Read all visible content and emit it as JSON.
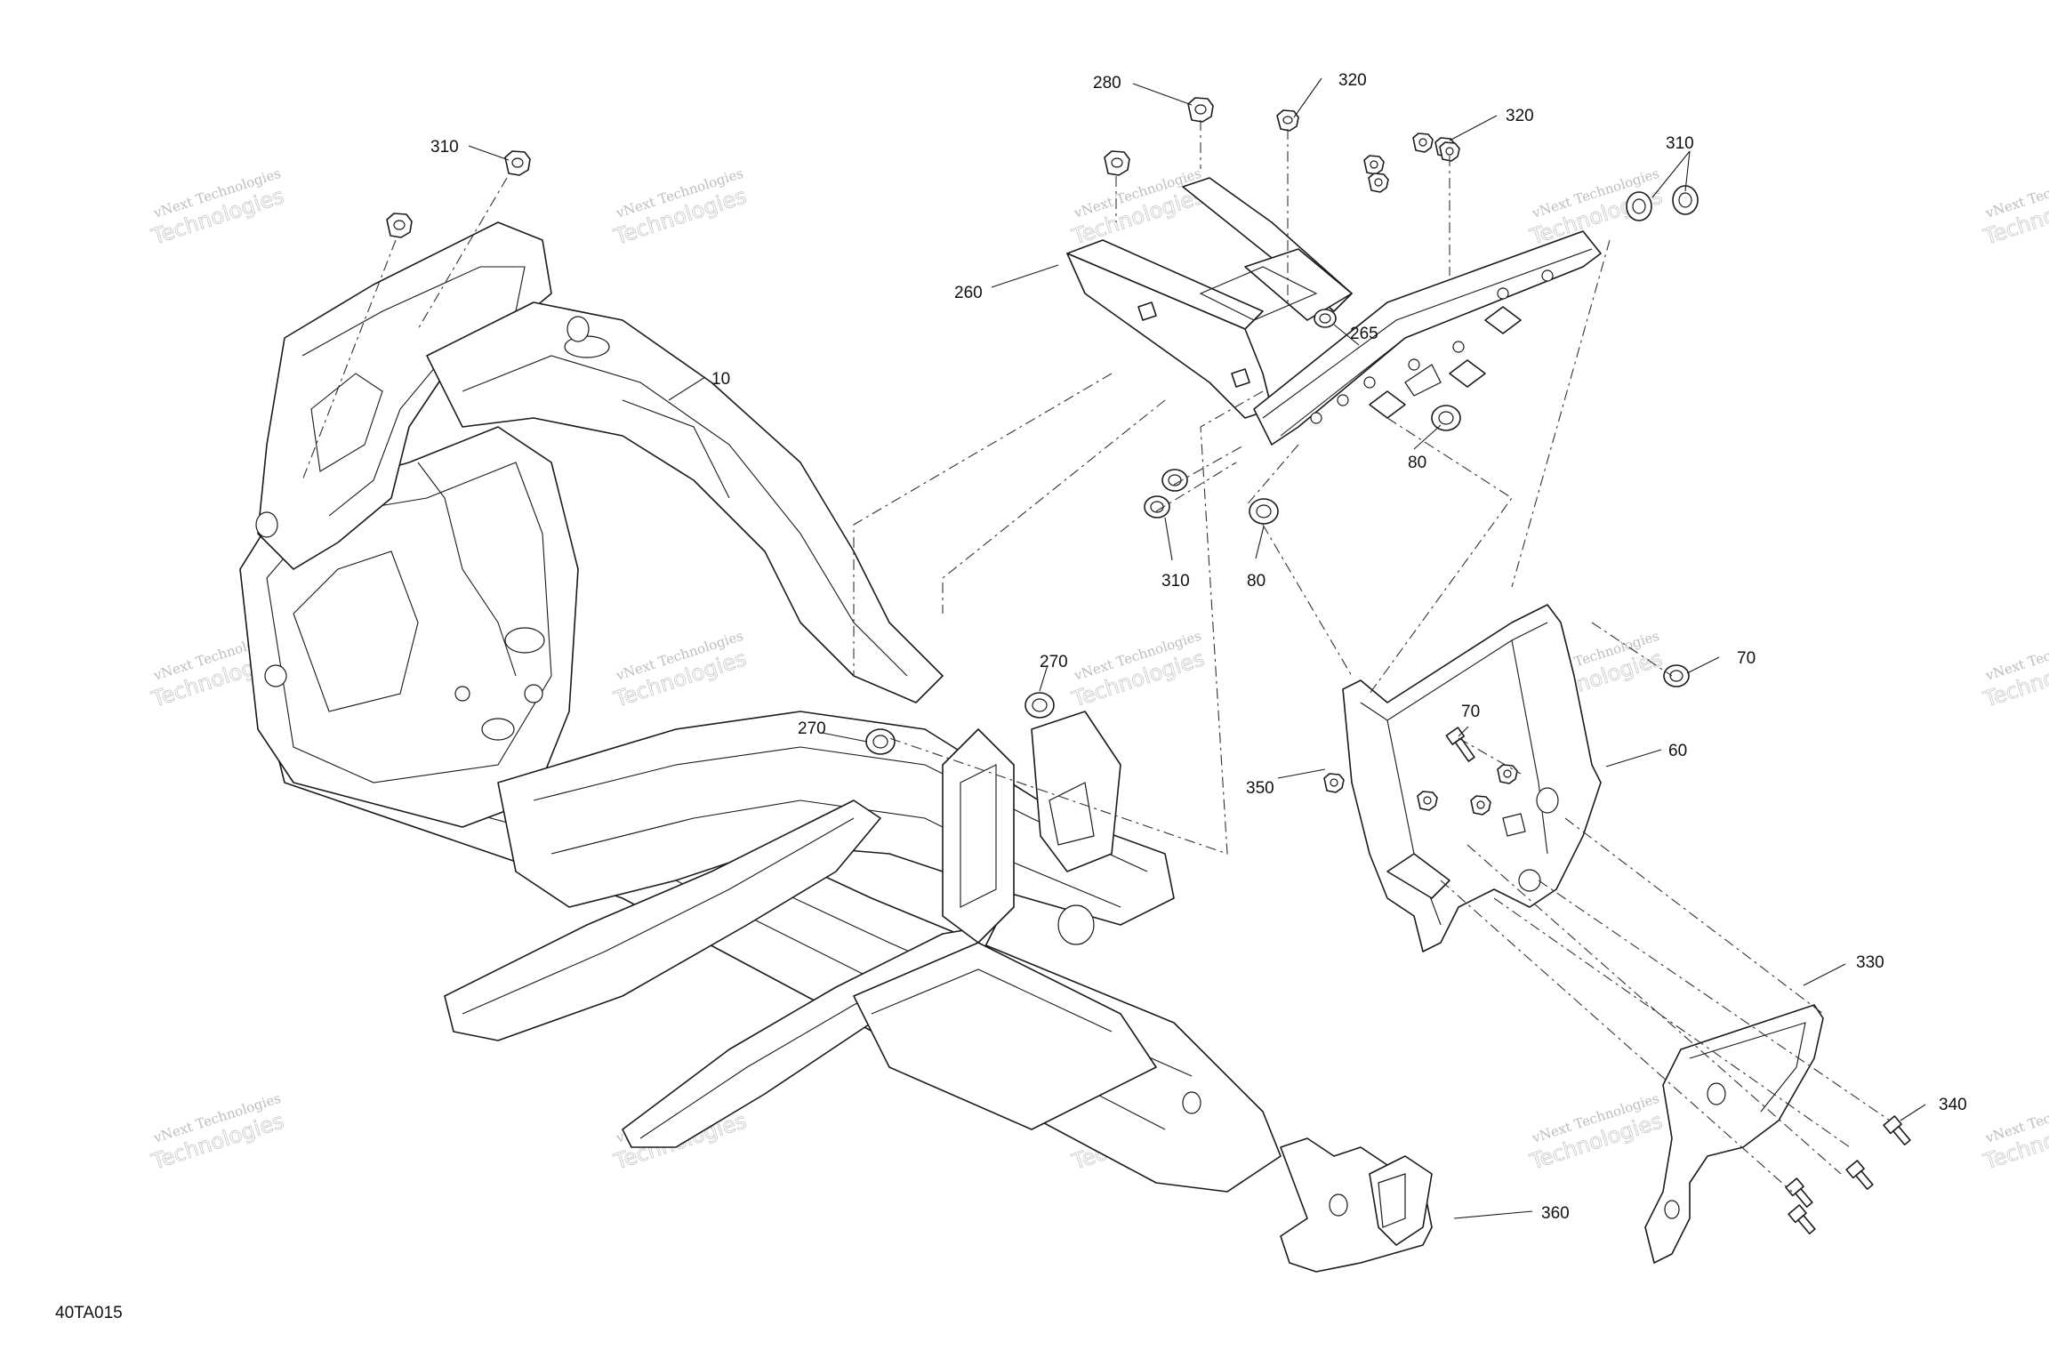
{
  "diagram_id": "40TA015",
  "watermark": {
    "line1": "vNext Technologies",
    "line2": "Technologies"
  },
  "callouts": [
    {
      "id": "c-310-top-left",
      "label": "310"
    },
    {
      "id": "c-10",
      "label": "10"
    },
    {
      "id": "c-280",
      "label": "280"
    },
    {
      "id": "c-320-a",
      "label": "320"
    },
    {
      "id": "c-320-b",
      "label": "320"
    },
    {
      "id": "c-310-top-right",
      "label": "310"
    },
    {
      "id": "c-260",
      "label": "260"
    },
    {
      "id": "c-265",
      "label": "265"
    },
    {
      "id": "c-80-a",
      "label": "80"
    },
    {
      "id": "c-80-b",
      "label": "80"
    },
    {
      "id": "c-310-mid",
      "label": "310"
    },
    {
      "id": "c-270-a",
      "label": "270"
    },
    {
      "id": "c-270-b",
      "label": "270"
    },
    {
      "id": "c-70-a",
      "label": "70"
    },
    {
      "id": "c-70-b",
      "label": "70"
    },
    {
      "id": "c-60",
      "label": "60"
    },
    {
      "id": "c-350",
      "label": "350"
    },
    {
      "id": "c-330",
      "label": "330"
    },
    {
      "id": "c-340",
      "label": "340"
    },
    {
      "id": "c-360",
      "label": "360"
    }
  ]
}
